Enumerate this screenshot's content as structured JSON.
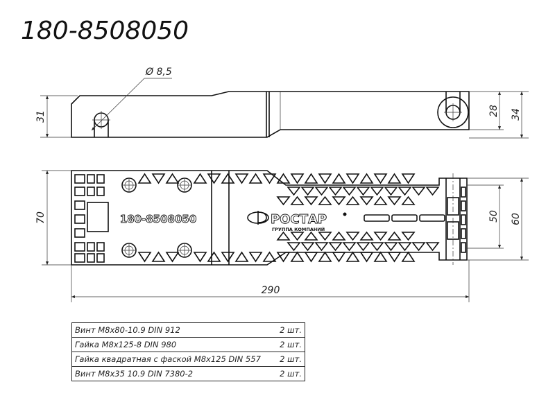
{
  "title": "180-8508050",
  "side_view": {
    "hole_label": "Ø 8,5",
    "dim_left": "31",
    "dim_right_inner": "28",
    "dim_right_outer": "34"
  },
  "top_view": {
    "dim_height": "70",
    "dim_end_inner": "50",
    "dim_end_outer": "60",
    "dim_length": "290",
    "part_marking": "180-8508050",
    "logo_name": "РОСТАР",
    "logo_tagline": "ГРУППА КОМПАНИЙ"
  },
  "spec_table": [
    {
      "item": "Винт М8х80-10.9 DIN 912",
      "qty": "2 шт."
    },
    {
      "item": "Гайка М8х125-8 DIN 980",
      "qty": "2 шт."
    },
    {
      "item": "Гайка квадратная с фаской М8х125 DIN 557",
      "qty": "2 шт."
    },
    {
      "item": "Винт М8х35 10.9 DIN 7380-2",
      "qty": "2 шт."
    }
  ]
}
